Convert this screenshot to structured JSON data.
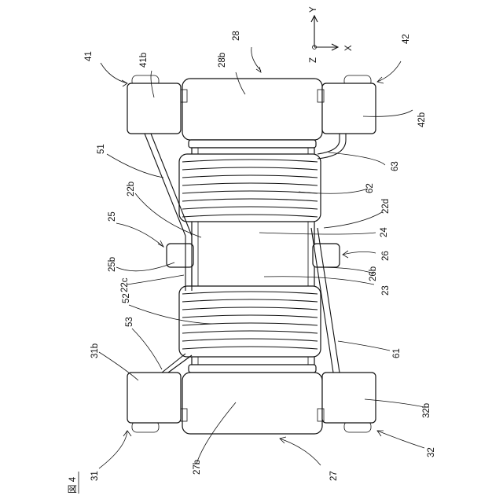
{
  "figure": {
    "label": "図 4"
  },
  "axes": {
    "x": "X",
    "y": "Y",
    "z": "Z"
  },
  "labels": {
    "l28": "28",
    "l28b": "28b",
    "l41": "41",
    "l41b": "41b",
    "l42": "42",
    "l42b": "42b",
    "l51": "51",
    "l63": "63",
    "l62": "62",
    "l22b": "22b",
    "l22d": "22d",
    "l25": "25",
    "l24": "24",
    "l25b": "25b",
    "l26": "26",
    "l22c": "22c",
    "l26b": "26b",
    "l23": "23",
    "l52": "52",
    "l53": "53",
    "l61": "61",
    "l31b": "31b",
    "l32b": "32b",
    "l27b": "27b",
    "l31": "31",
    "l27": "27",
    "l32": "32"
  }
}
